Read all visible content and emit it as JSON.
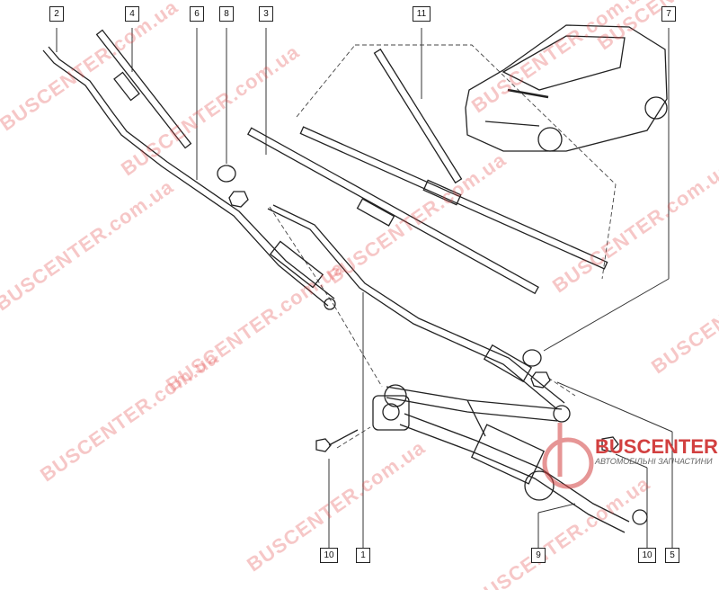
{
  "diagram": {
    "title": "Windscreen wiper assembly",
    "callouts_top": [
      "2",
      "4",
      "6",
      "8",
      "3",
      "11",
      "7"
    ],
    "callouts_bottom": [
      "10",
      "1",
      "9",
      "10",
      "5"
    ]
  },
  "watermark": {
    "text": "BUSCENTER.com.ua",
    "logo_text": "BUSCENTER",
    "logo_subtitle": "АВТОМОБІЛЬНІ ЗАПЧАСТИНИ"
  }
}
